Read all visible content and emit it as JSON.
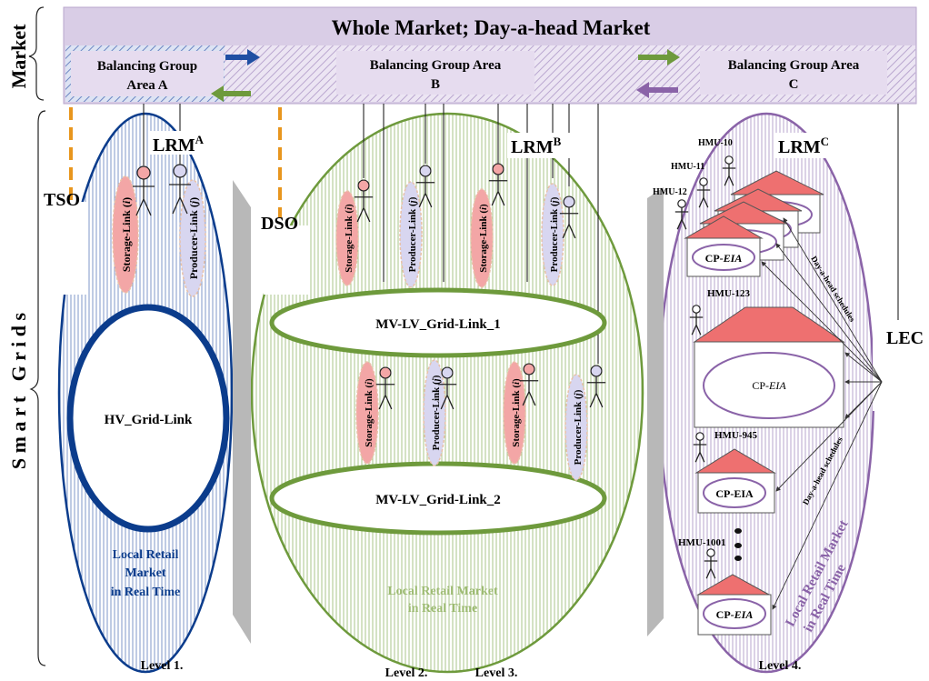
{
  "colors": {
    "market_band": "#d9cde6",
    "market_border": "#b8a6cc",
    "group_box": "#e6dcef",
    "blue": "#0b3c8c",
    "green": "#6e9a3c",
    "purple": "#8a63a8",
    "pink": "#f3a6a6",
    "lav": "#d8d6f0",
    "orange": "#e8961e",
    "roof": "#ee7070",
    "gray": "#b8b8b8"
  },
  "side_labels": {
    "market": "Market",
    "smart_grids": "S m a r t   G r i d s"
  },
  "header": {
    "title": "Whole Market; Day-a-head Market"
  },
  "groups": {
    "a": {
      "line1": "Balancing Group",
      "line2": "Area A"
    },
    "b": {
      "line1": "Balancing Group Area",
      "line2": "B"
    },
    "c": {
      "line1": "Balancing Group Area",
      "line2": "C"
    }
  },
  "actors": {
    "tso": "TSO",
    "dso": "DSO",
    "lec": "LEC"
  },
  "lrm": {
    "a": {
      "base": "LRM",
      "sup": "A"
    },
    "b": {
      "base": "LRM",
      "sup": "B"
    },
    "c": {
      "base": "LRM",
      "sup": "C"
    }
  },
  "links": {
    "storage_prefix": "Storage-Link (",
    "storage_var": "i",
    "storage_suffix": ")",
    "producer_prefix": "Producer-Link (",
    "producer_var": "j",
    "producer_suffix": ")"
  },
  "grid": {
    "hv": "HV_Grid-Link",
    "mv1": "MV-LV_Grid-Link_1",
    "mv2": "MV-LV_Grid-Link_2"
  },
  "local_market": {
    "blue_l1": "Local Retail",
    "blue_l2": "Market",
    "blue_l3": "in Real Time",
    "green_l1": "Local Retail Market",
    "green_l2": "in Real Time",
    "purple_l1": "Local Retail Market",
    "purple_l2": "in Real Time"
  },
  "hmus": {
    "hmu10": "HMU-10",
    "hmu11": "HMU-11",
    "hmu12": "HMU-12",
    "hmu123": "HMU-123",
    "hmu945": "HMU-945",
    "hmu1001": "HMU-1001"
  },
  "cp": {
    "italic_prefix": "CP-",
    "italic_suffix": "EIA",
    "plain": "CP-EIA"
  },
  "schedules": {
    "top": "Day-a-head schedules",
    "bottom": "Day-a-head schedules"
  },
  "levels": {
    "l1": "Level 1.",
    "l2": "Level 2.",
    "l3": "Level 3.",
    "l4": "Level 4."
  }
}
